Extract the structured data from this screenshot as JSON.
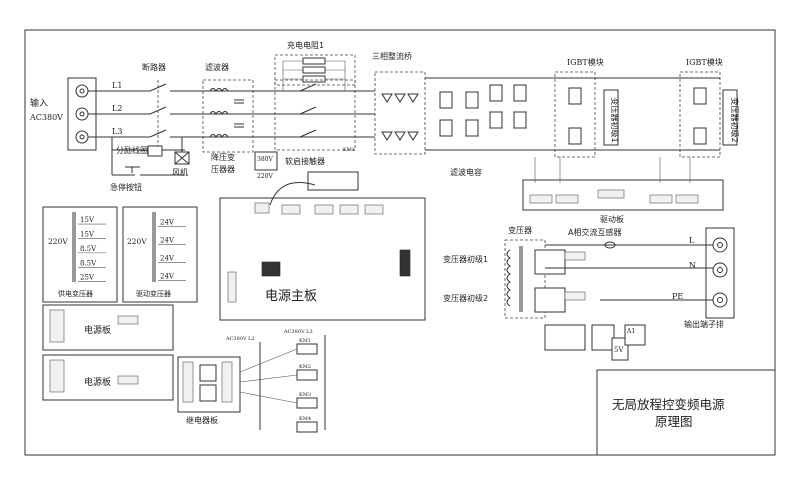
{
  "labels": {
    "input": "输入",
    "input_voltage": "AC380V",
    "L1": "L1",
    "L2": "L2",
    "L3": "L3",
    "breaker": "断路器",
    "filter": "滤波器",
    "charge_resistor": "充电电阻1",
    "rectifier": "三相整流桥",
    "igbt1": "IGBT模块",
    "igbt2": "IGBT模块",
    "km1": "KM1",
    "shunt_trip": "分励线圈",
    "estop": "急停按钮",
    "fan": "风机",
    "step_down_transformer_1": "降压变",
    "step_down_transformer_2": "压器器",
    "v380": "380V",
    "v220": "220V",
    "soft_contactor": "软启接触器",
    "filter_cap": "滤波电容",
    "xfmr_primary1": "变压器初级1",
    "xfmr_primary2": "变压器初级2",
    "drive_board": "驱动板",
    "main_board": "电源主板",
    "transformer": "变压器",
    "ct": "A相交流互感器",
    "out_L": "L",
    "out_N": "N",
    "out_PE": "PE",
    "terminal": "输出端子排",
    "power_xfmr": "供电变压器",
    "drive_xfmr": "驱动变压器",
    "power_board1": "电源板",
    "power_board2": "电源板",
    "relay_board": "继电器板",
    "relay_v1": "AC380V L2",
    "relay_v2": "AC380V L3",
    "km_a": "KM1",
    "km_b": "KM2",
    "km_c": "KM3",
    "km_d": "KM4",
    "xfmr_primary1_b": "变压器初级1",
    "xfmr_primary2_b": "变压器初级2",
    "v5": "5V",
    "a1": "A1"
  },
  "tx1_left": "220V",
  "tx1_taps": [
    "15V",
    "15V",
    "8.5V",
    "8.5V",
    "25V"
  ],
  "tx2_left": "220V",
  "tx2_taps": [
    "24V",
    "24V",
    "24V",
    "24V"
  ],
  "title_block": {
    "line1": "无局放程控变频电源",
    "line2": "原理图"
  }
}
